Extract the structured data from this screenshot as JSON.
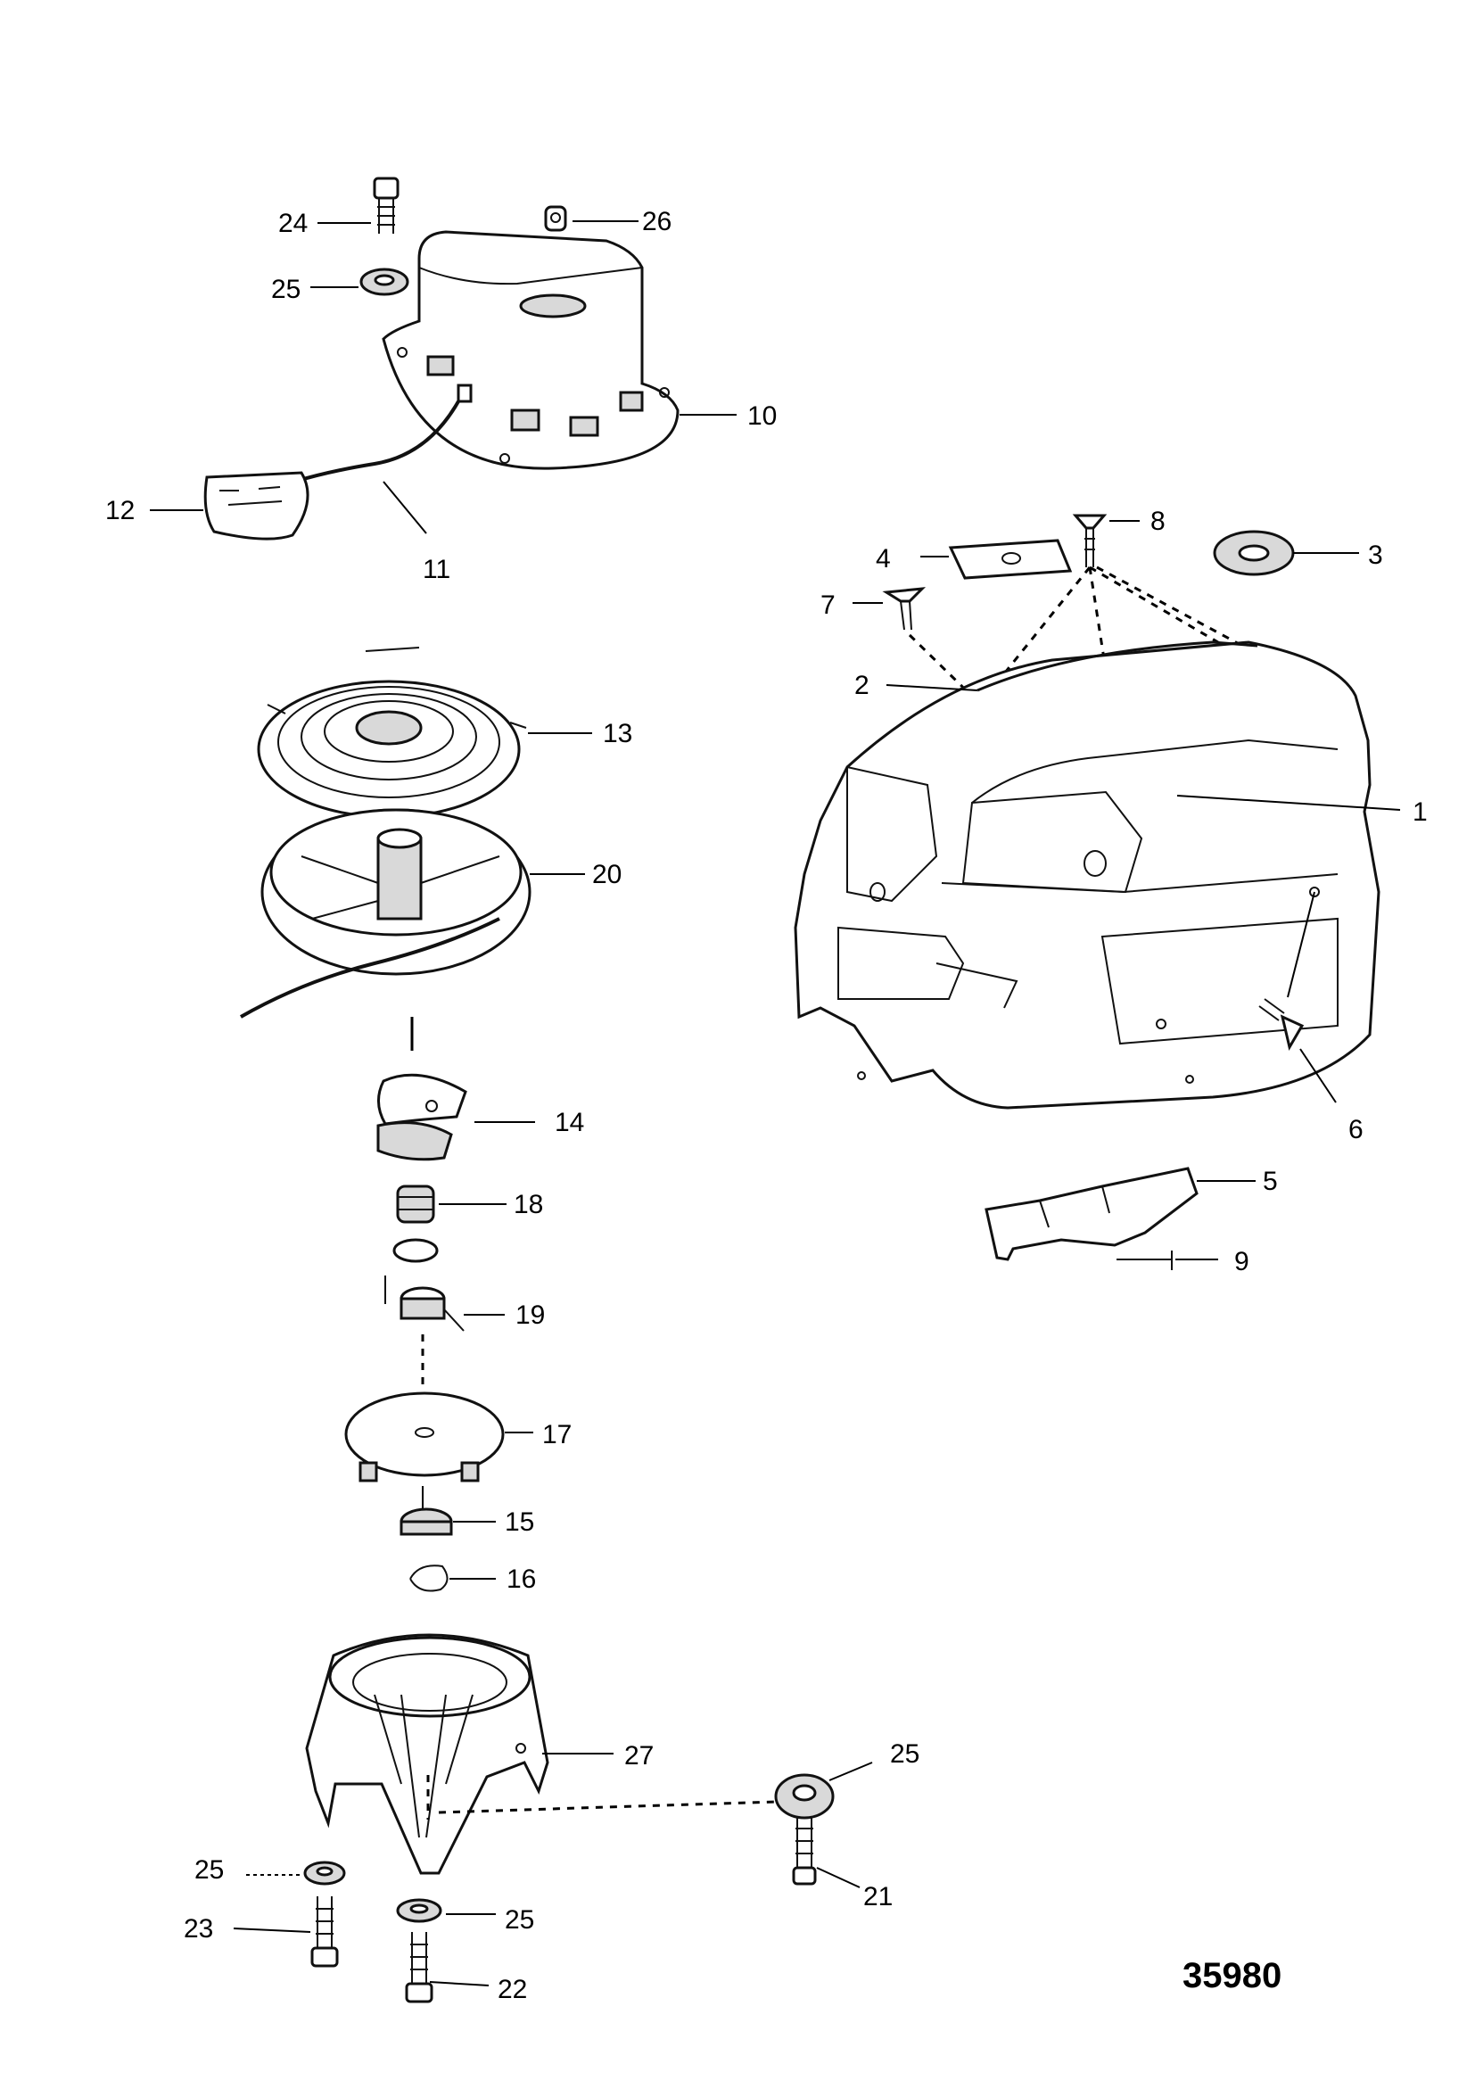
{
  "callouts": {
    "c1": "1",
    "c2": "2",
    "c3": "3",
    "c4": "4",
    "c5": "5",
    "c6": "6",
    "c7": "7",
    "c8": "8",
    "c9": "9",
    "c10": "10",
    "c11": "11",
    "c12": "12",
    "c13": "13",
    "c14": "14",
    "c15": "15",
    "c16": "16",
    "c17": "17",
    "c18": "18",
    "c19": "19",
    "c20": "20",
    "c21": "21",
    "c22": "22",
    "c23": "23",
    "c24": "24",
    "c25a": "25",
    "c25b": "25",
    "c25c": "25",
    "c25d": "25",
    "c26": "26",
    "c27": "27"
  },
  "document_number": "35980"
}
